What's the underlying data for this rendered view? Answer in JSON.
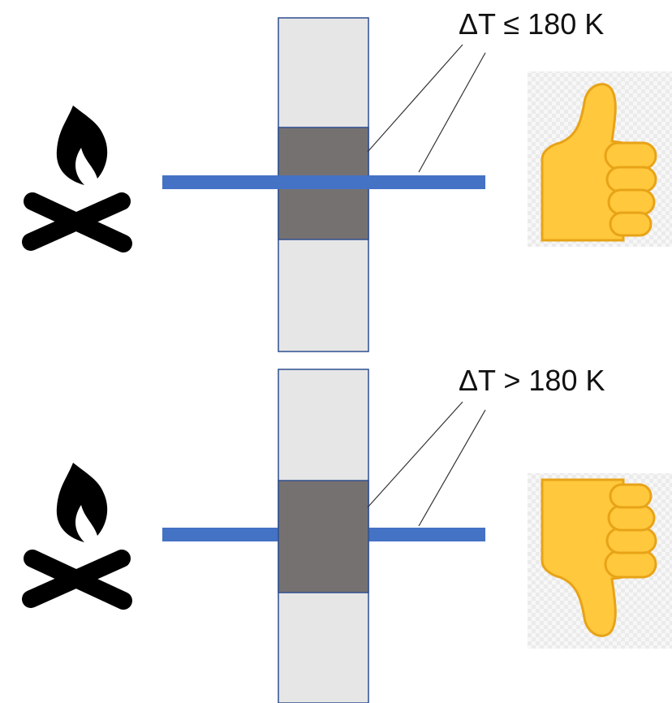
{
  "panels": [
    {
      "id": "top",
      "label": "ΔT ≤ 180 K",
      "pipe_through_wall": true,
      "verdict": "thumbs-up"
    },
    {
      "id": "bottom",
      "label": "ΔT > 180 K",
      "pipe_through_wall": false,
      "verdict": "thumbs-down"
    }
  ],
  "colors": {
    "wall": "#e6e6e6",
    "wall_border": "#2f4f8f",
    "insulation": "#767171",
    "pipe": "#4472c4",
    "fire": "#000000",
    "thumb_fill": "#ffc83d",
    "thumb_shadow": "#e8a317",
    "thumb_bg": "#f2f2f2"
  },
  "icons": [
    "campfire-icon",
    "thumbs-up-icon",
    "thumbs-down-icon"
  ]
}
